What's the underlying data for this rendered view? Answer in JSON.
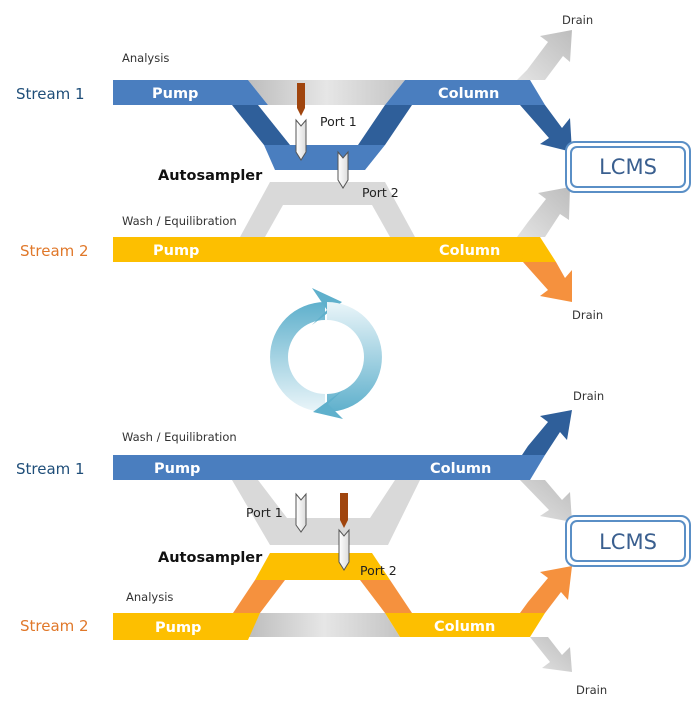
{
  "colors": {
    "blue": "#4a7ebf",
    "blue_dark": "#2f5f9a",
    "yellow": "#fdbf00",
    "orange": "#f5913e",
    "gray": "#d6d6d6",
    "needle": "#a0450e",
    "lcms_border": "#5a8fc6",
    "lcms_text": "#3a5f8f"
  },
  "top_panel": {
    "stream1_label": "Stream 1",
    "stream2_label": "Stream 2",
    "stream1_mode": "Analysis",
    "stream2_mode": "Wash / Equilibration",
    "stream1_pump": "Pump",
    "stream1_column": "Column",
    "stream2_pump": "Pump",
    "stream2_column": "Column",
    "autosampler": "Autosampler",
    "port1": "Port 1",
    "port2": "Port 2",
    "drain_top": "Drain",
    "drain_bottom": "Drain",
    "detector": "LCMS"
  },
  "cycle_icon": "refresh-cycle-icon",
  "bottom_panel": {
    "stream1_label": "Stream 1",
    "stream2_label": "Stream 2",
    "stream1_mode": "Wash / Equilibration",
    "stream2_mode": "Analysis",
    "stream1_pump": "Pump",
    "stream1_column": "Column",
    "stream2_pump": "Pump",
    "stream2_column": "Column",
    "autosampler": "Autosampler",
    "port1": "Port 1",
    "port2": "Port 2",
    "drain_top": "Drain",
    "drain_bottom": "Drain",
    "detector": "LCMS"
  }
}
